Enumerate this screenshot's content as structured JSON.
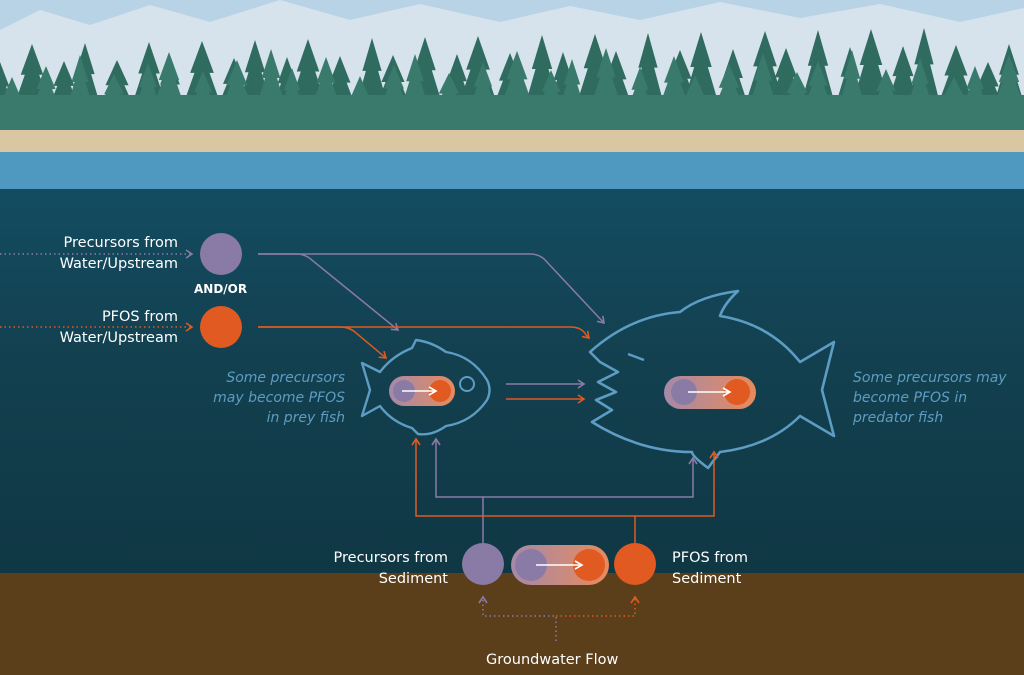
{
  "diagram": {
    "water_upstream": {
      "precursors_label_line1": "Precursors from",
      "precursors_label_line2": "Water/Upstream",
      "connector": "AND/OR",
      "pfos_label_line1": "PFOS from",
      "pfos_label_line2": "Water/Upstream"
    },
    "prey_fish_note": [
      "Some precursors",
      "may become PFOS",
      "in prey fish"
    ],
    "predator_fish_note": [
      "Some precursors may",
      "become PFOS in",
      "predator fish"
    ],
    "sediment": {
      "precursors_label_line1": "Precursors from",
      "precursors_label_line2": "Sediment",
      "pfos_label_line1": "PFOS from",
      "pfos_label_line2": "Sediment"
    },
    "groundwater_label": "Groundwater Flow",
    "colors": {
      "precursor": "#8a7ba6",
      "pfos": "#e05a22",
      "fish_outline": "#5d9cc3",
      "water_deep": "#153f52",
      "water_surface": "#4f98c0",
      "sand": "#d9c7a2",
      "sediment": "#5b3f1b",
      "forest": "#3a7a6c",
      "sky": "#b9d3e6"
    },
    "icons": [
      "precursor-circle",
      "pfos-circle",
      "conversion-pill",
      "prey-fish-outline",
      "predator-fish-outline"
    ]
  }
}
